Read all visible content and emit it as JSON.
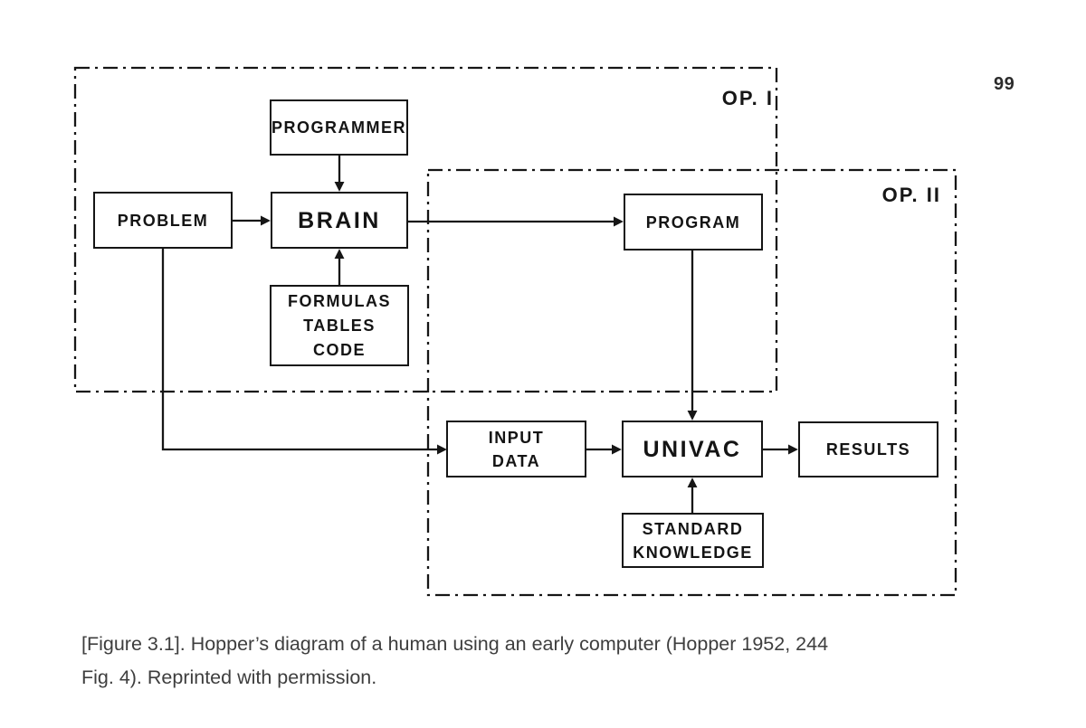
{
  "page": {
    "number": "99"
  },
  "figure": {
    "caption": {
      "line1": "[Figure 3.1]. Hopper’s diagram of a human using an early computer (Hopper 1952, 244",
      "line2": "Fig. 4). Reprinted with permission."
    },
    "regions": [
      {
        "id": "op1",
        "label": "OP. I"
      },
      {
        "id": "op2",
        "label": "OP. II"
      }
    ],
    "boxes": [
      {
        "id": "programmer",
        "lines": [
          "PROGRAMMER"
        ]
      },
      {
        "id": "problem",
        "lines": [
          "PROBLEM"
        ]
      },
      {
        "id": "brain",
        "lines": [
          "BRAIN"
        ]
      },
      {
        "id": "formulas_tables_code",
        "lines": [
          "FORMULAS",
          "TABLES",
          "CODE"
        ]
      },
      {
        "id": "program",
        "lines": [
          "PROGRAM"
        ]
      },
      {
        "id": "input_data",
        "lines": [
          "INPUT",
          "DATA"
        ]
      },
      {
        "id": "univac",
        "lines": [
          "UNIVAC"
        ]
      },
      {
        "id": "results",
        "lines": [
          "RESULTS"
        ]
      },
      {
        "id": "standard_knowledge",
        "lines": [
          "STANDARD",
          "KNOWLEDGE"
        ]
      }
    ],
    "edges": [
      {
        "from": "PROGRAMMER",
        "to": "BRAIN"
      },
      {
        "from": "PROBLEM",
        "to": "BRAIN"
      },
      {
        "from": "FORMULAS TABLES CODE",
        "to": "BRAIN"
      },
      {
        "from": "BRAIN",
        "to": "PROGRAM"
      },
      {
        "from": "PROGRAM",
        "to": "UNIVAC"
      },
      {
        "from": "PROBLEM",
        "to": "INPUT DATA"
      },
      {
        "from": "INPUT DATA",
        "to": "UNIVAC"
      },
      {
        "from": "STANDARD KNOWLEDGE",
        "to": "UNIVAC"
      },
      {
        "from": "UNIVAC",
        "to": "RESULTS"
      }
    ]
  },
  "colors": {
    "ink": "#161616",
    "caption_text": "#3e3e3e",
    "background": "#ffffff"
  }
}
